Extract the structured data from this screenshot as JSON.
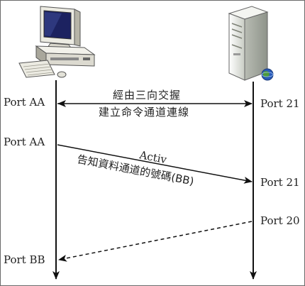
{
  "ports": {
    "client_top": "Port AA",
    "client_mid": "Port AA",
    "client_bottom": "Port BB",
    "server_top": "Port 21",
    "server_mid": "Port 21",
    "server_bottom": "Port 20"
  },
  "messages": {
    "handshake_line1": "經由三向交握",
    "handshake_line2": "建立命令通道連線",
    "active_line1": "Activ",
    "active_line2": "告知資料通道的號碼(BB)"
  },
  "icons": {
    "client": "desktop-computer-icon",
    "server": "server-tower-icon"
  },
  "colors": {
    "line": "#111111",
    "server_body": "#e9ebe6",
    "monitor_frame": "#e8e6dc",
    "screen": "#1a1f5a",
    "globe": "#2a5bb8"
  }
}
